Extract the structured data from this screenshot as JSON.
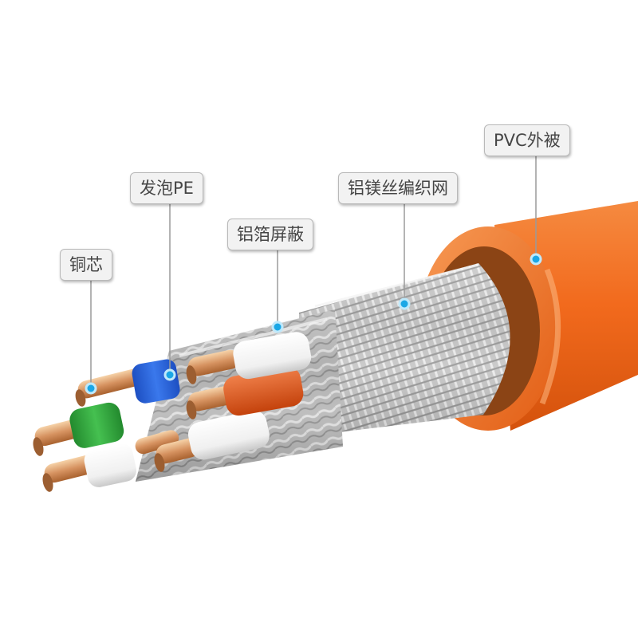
{
  "labels": {
    "copper_core": "铜芯",
    "foam_pe": "发泡PE",
    "foil_shield": "铝箔屏蔽",
    "braid": "铝镁丝编织网",
    "jacket": "PVC外被"
  },
  "colors": {
    "jacket": "#f26a1d",
    "copper": "#e0a070",
    "insulation_blue": "#2a63d8",
    "insulation_green": "#35b040",
    "insulation_orange": "#e45a18",
    "marker": "#1aa7e6"
  }
}
